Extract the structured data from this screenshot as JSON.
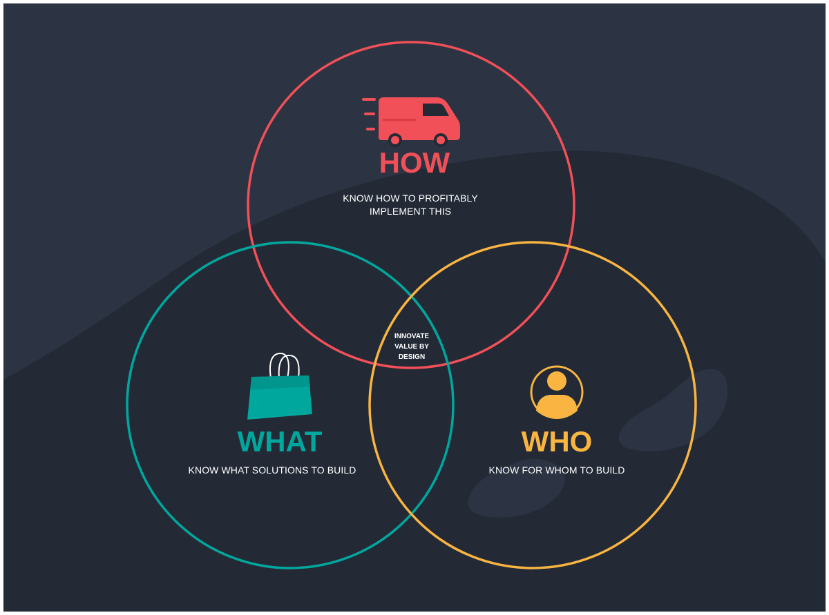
{
  "colors": {
    "background": "#232a36",
    "background_light": "#2c3342",
    "how": "#f25058",
    "what": "#00a79d",
    "who": "#f9b441",
    "text": "#ffffff"
  },
  "how": {
    "title": "HOW",
    "line1": "KNOW HOW TO PROFITABLY",
    "line2": "IMPLEMENT THIS",
    "icon": "delivery-van-icon"
  },
  "what": {
    "title": "WHAT",
    "line1": "KNOW WHAT SOLUTIONS TO BUILD",
    "icon": "shopping-bag-icon"
  },
  "who": {
    "title": "WHO",
    "line1": "KNOW FOR WHOM TO BUILD",
    "icon": "user-avatar-icon"
  },
  "center": {
    "line1": "INNOVATE",
    "line2": "VALUE BY",
    "line3": "DESIGN"
  }
}
